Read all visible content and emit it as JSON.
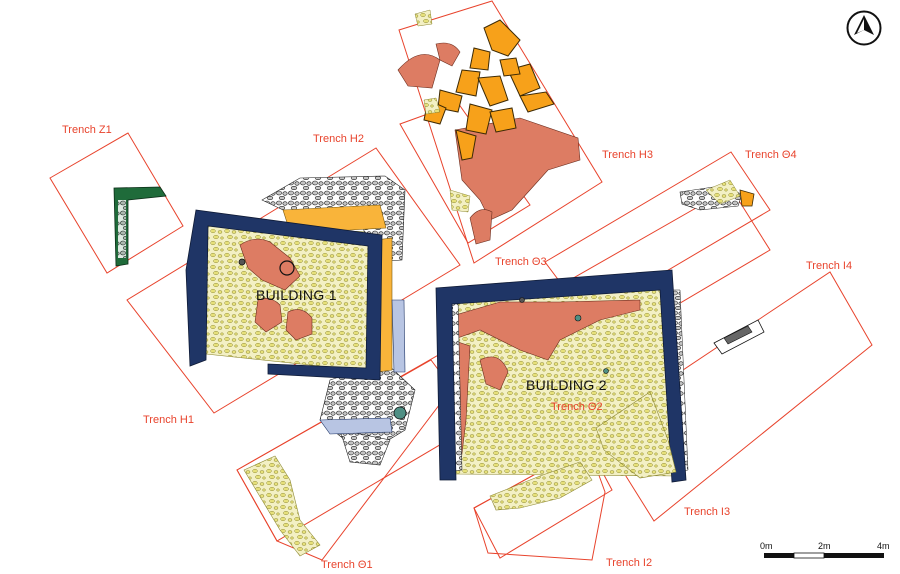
{
  "trenches": {
    "z1": "Trench Z1",
    "h2": "Trench H2",
    "h3": "Trench H3",
    "h1": "Trench H1",
    "theta4": "Trench Θ4",
    "theta3": "Trench Θ3",
    "i4": "Trench I4",
    "theta2": "Trench Θ2",
    "i3": "Trench I3",
    "i2": "Trench I2",
    "theta1": "Trench   Θ1"
  },
  "buildings": {
    "b1": "BUILDING 1",
    "b2": "BUILDING 2"
  },
  "scale": {
    "zero": "0m",
    "mid": "2m",
    "end": "4m"
  },
  "colors": {
    "trench_outline": "#e8432c",
    "wall": "#1f3566",
    "stones": "#e6e07a",
    "clay": "#dd7c63",
    "orange_fill": "#f7a11a",
    "green_wall": "#1f6b3a",
    "light_wall": "#b8c5e3",
    "gray_stones": "#c4c4c4"
  },
  "north_arrow": "north-arrow-icon"
}
